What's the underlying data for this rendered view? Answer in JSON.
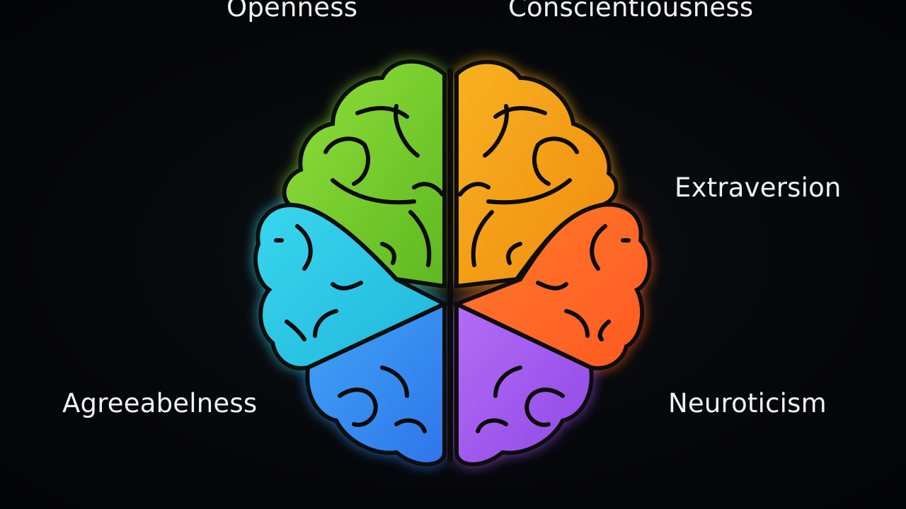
{
  "labels": {
    "openness": "Openness",
    "conscientiousness": "Conscientiousness",
    "extraversion": "Extraversion",
    "agreeableness": "Agreeabelness",
    "neuroticism": "Neuroticism"
  },
  "colors": {
    "background": "#050608",
    "openness": "#7ccf2e",
    "conscientiousness": "#f6a21d",
    "extraversion": "#ff6a2a",
    "agreeableness_upper": "#2ec7e6",
    "agreeableness_lower": "#3a8cf2",
    "neuroticism": "#a55cf0",
    "outline": "#0b0b0b"
  }
}
